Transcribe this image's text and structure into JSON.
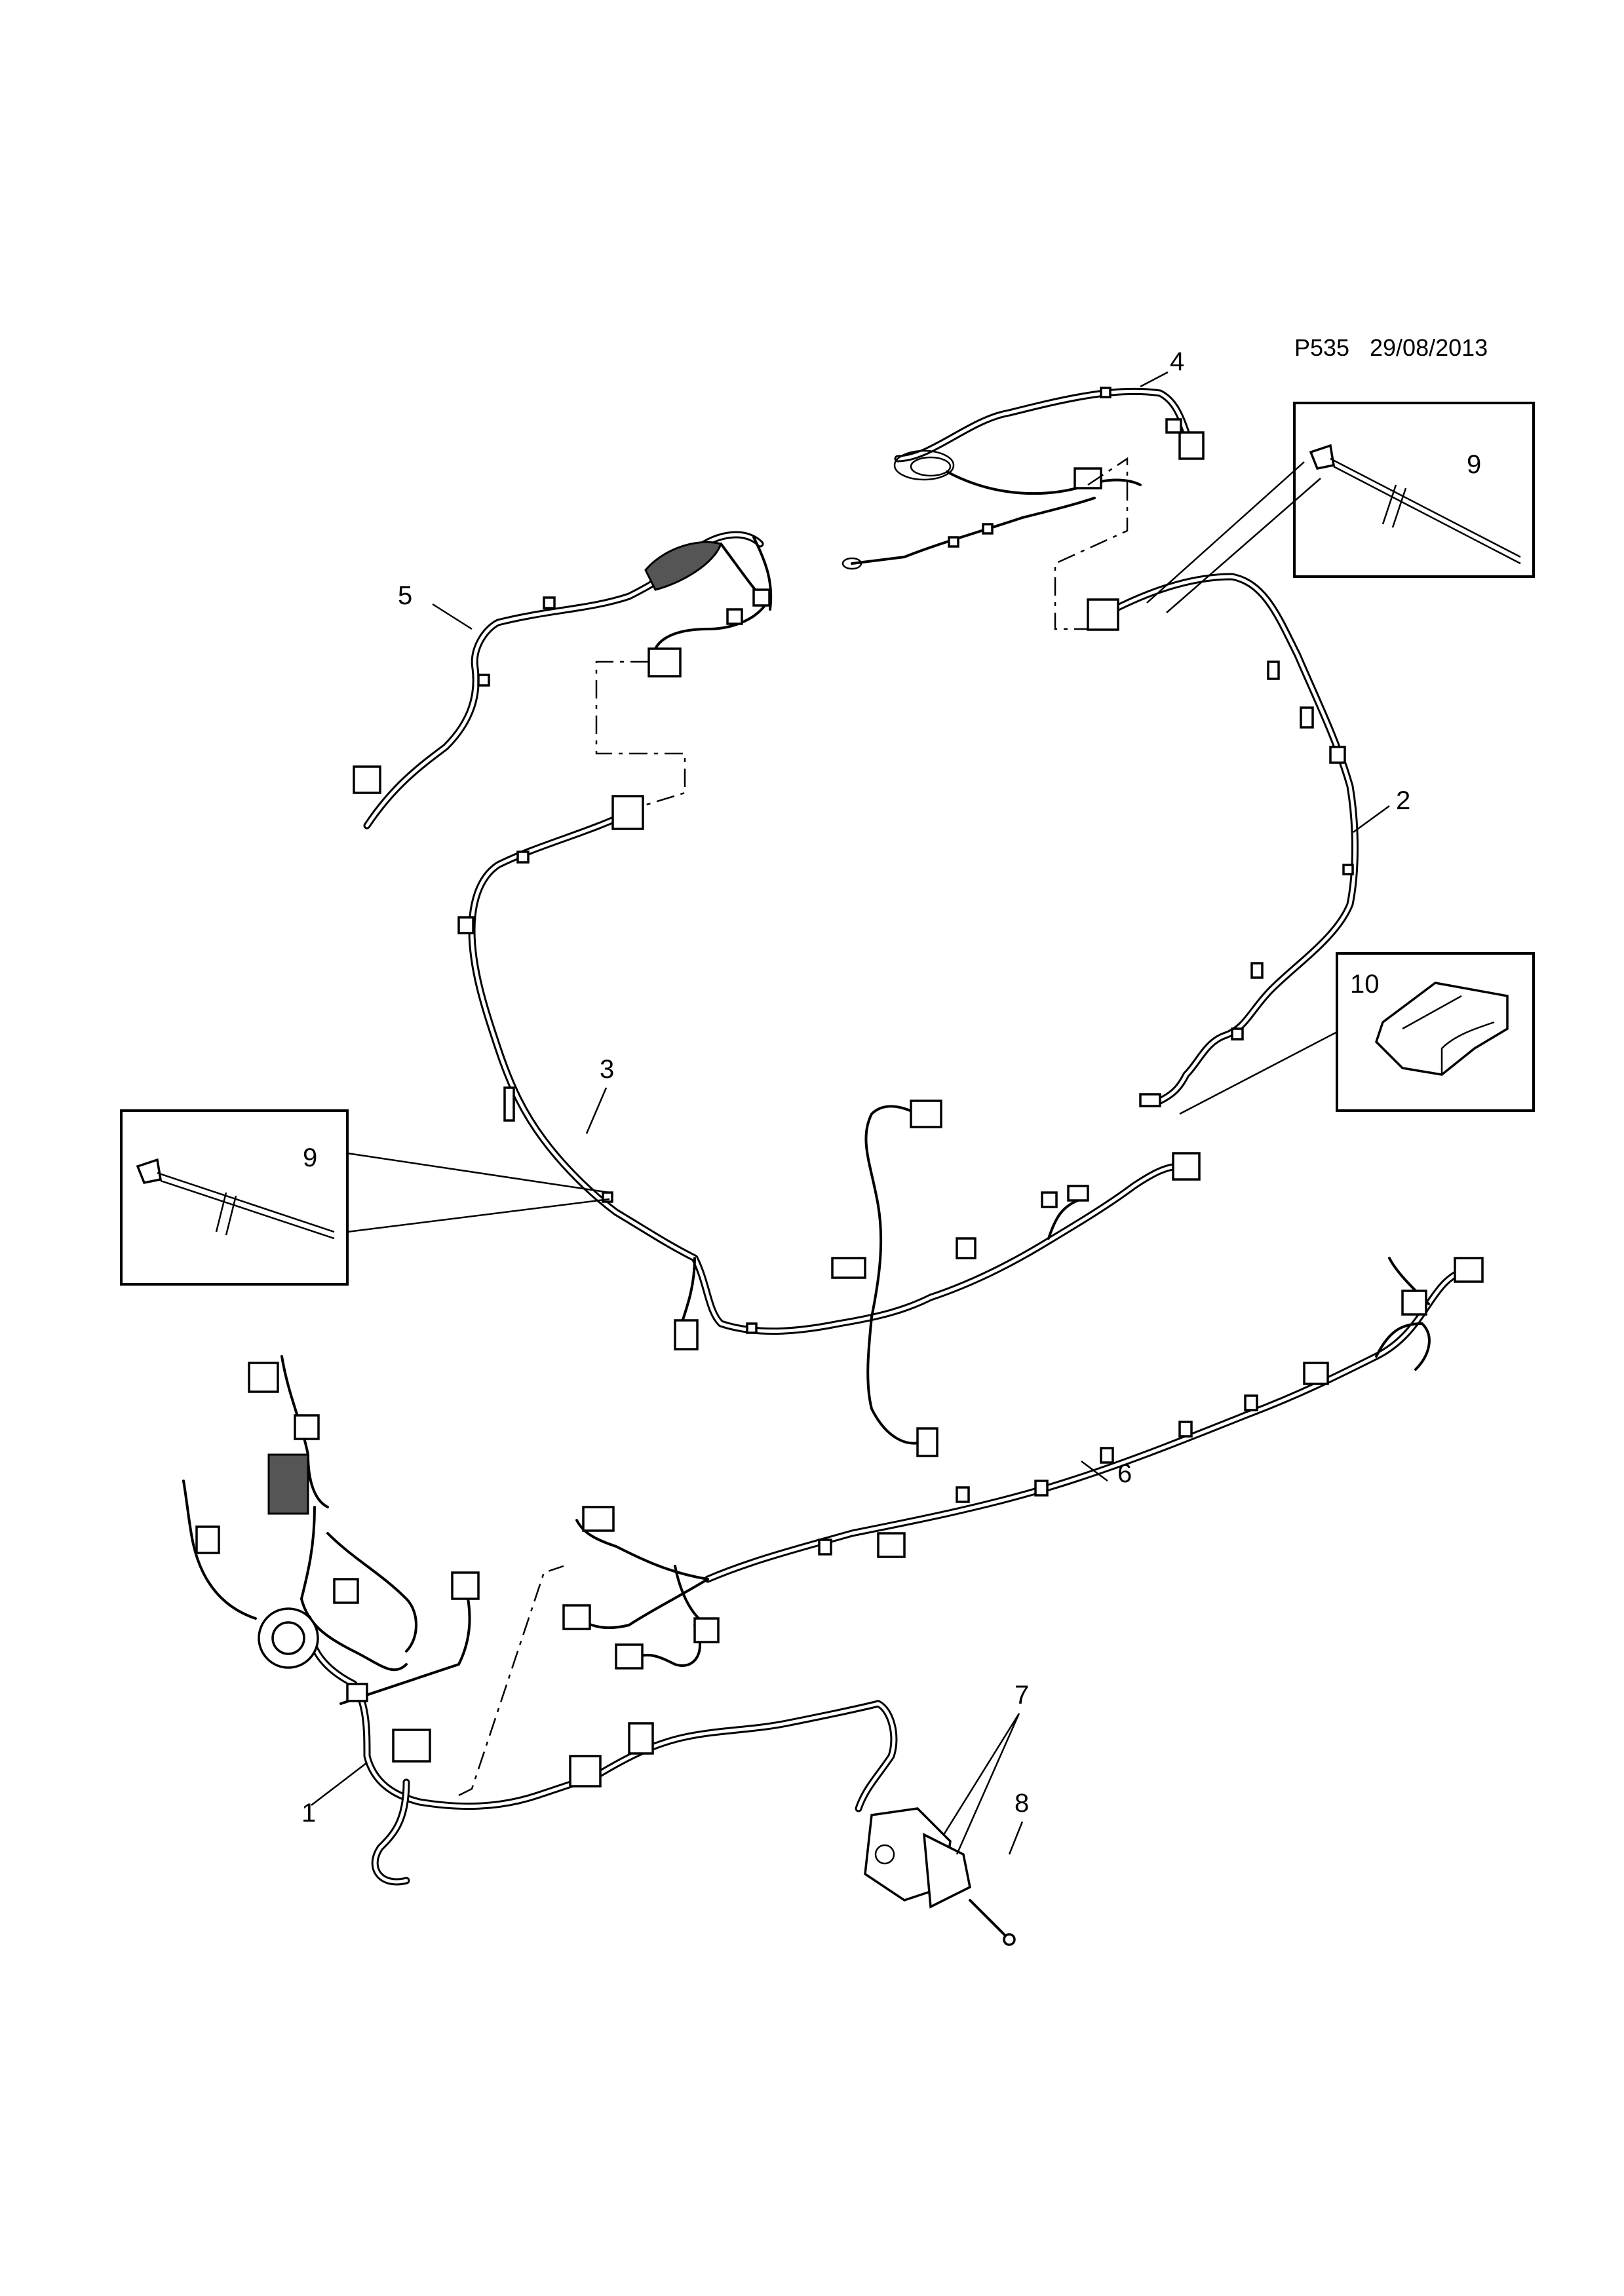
{
  "header": {
    "code": "P535",
    "date": "29/08/2013"
  },
  "callouts": {
    "c1": "1",
    "c2": "2",
    "c3": "3",
    "c4": "4",
    "c5": "5",
    "c6": "6",
    "c7": "7",
    "c8": "8",
    "c9a": "9",
    "c9b": "9",
    "c10": "10"
  }
}
